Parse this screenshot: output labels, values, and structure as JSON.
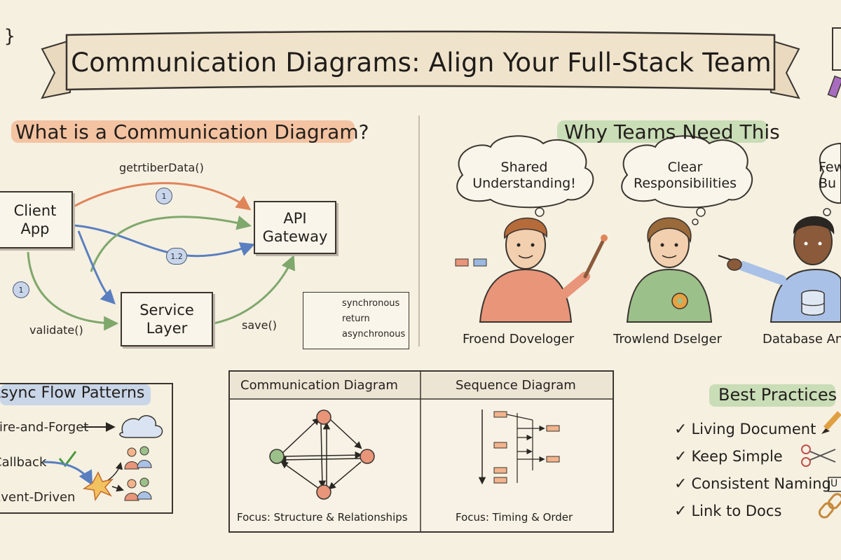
{
  "title": "Communication Diagrams: Align Your Full-Stack Team",
  "left_section": {
    "heading": "What is a Communication Diagram?",
    "nodes": {
      "client": "Client\nApp",
      "gateway": "API\nGateway",
      "service": "Service\nLayer"
    },
    "messages": {
      "get": "getrtiberData()",
      "validate": "validate()",
      "save": "save()"
    },
    "badges": {
      "b1": "1",
      "b2": "1.2",
      "b3": "1"
    },
    "legend": {
      "sync": "synchronous",
      "ret": "return",
      "async": "asynchronous"
    }
  },
  "right_section": {
    "heading": "Why Teams Need This",
    "bubbles": {
      "b1": "Shared\nUnderstanding!",
      "b2": "Clear\nResponsibilities",
      "b3": "Few\nBu"
    },
    "roles": {
      "r1": "Froend Doveloger",
      "r2": "Trowlend Dselger",
      "r3": "Database Anp"
    }
  },
  "async": {
    "heading": "Async Flow Patterns",
    "items": {
      "fire": "Fire-and-Forget",
      "callback": "Callback",
      "event": "Event-Driven"
    }
  },
  "comparison": {
    "comm_head": "Communication Diagram",
    "seq_head": "Sequence Diagram",
    "comm_focus": "Focus: Structure & Relationships",
    "seq_focus": "Focus: Timing & Order"
  },
  "best_practices": {
    "heading": "Best Practices",
    "items": [
      "Living Document",
      "Keep Simple",
      "Consistent Naming",
      "Link to Docs"
    ],
    "tag": "U"
  },
  "colors": {
    "orange": "#e0845a",
    "blue": "#5a7fc0",
    "green": "#7fa86c",
    "highlight_orange": "#f2b48c",
    "highlight_green": "#b9d7a8",
    "highlight_blue": "#b9cdea"
  }
}
